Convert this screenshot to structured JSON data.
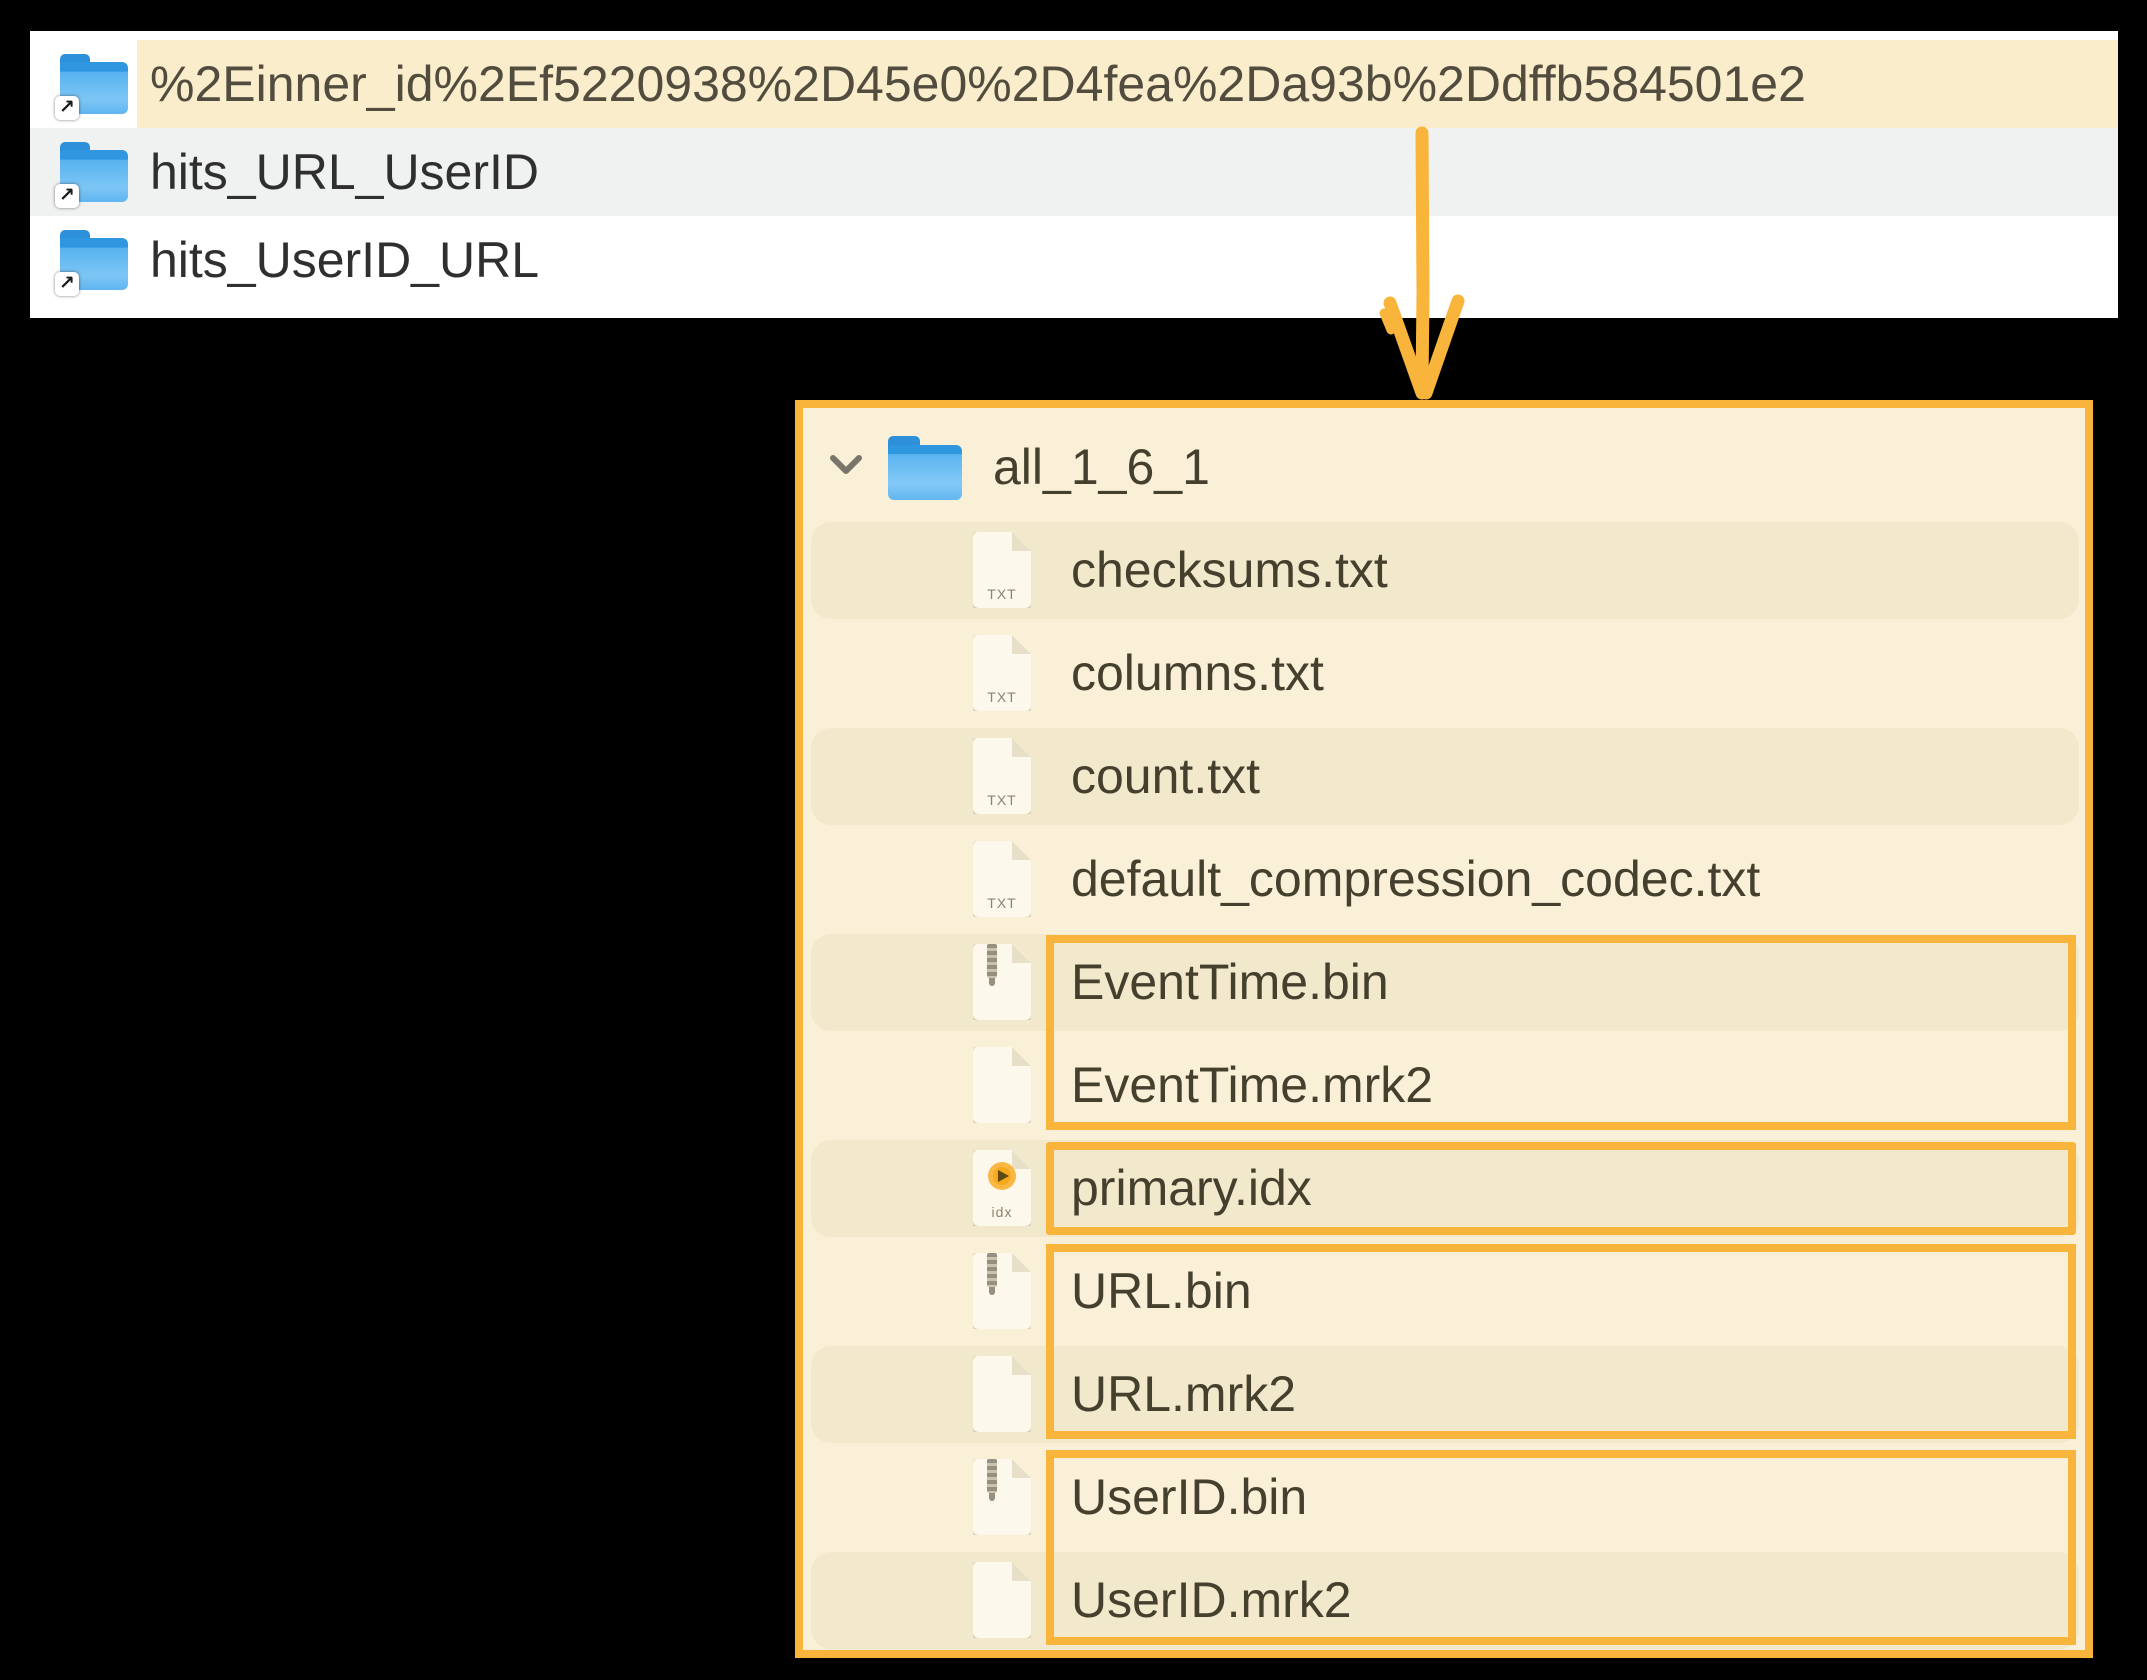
{
  "colors": {
    "accent_orange": "#F9B43C",
    "highlight_cream": "#FAEDCB",
    "panel_cream": "#FAF0D8",
    "band_cream": "#F2E8CB",
    "row_alt_gray": "#F0F2F2",
    "folder_blue": "#58B2EF",
    "finder_text": "#2F2F2F",
    "finder_selected_text": "#514C3E",
    "tree_text": "#453F2D"
  },
  "finder_list": {
    "rows": [
      {
        "label": "%2Einner_id%2Ef5220938%2D45e0%2D4fea%2Da93b%2Ddffb584501e2",
        "highlighted": true
      },
      {
        "label": "hits_URL_UserID",
        "highlighted": false
      },
      {
        "label": "hits_UserID_URL",
        "highlighted": false
      }
    ]
  },
  "icons": {
    "txt_badge": "TXT",
    "idx_badge": "idx",
    "alias_arrow": "↗"
  },
  "tree": {
    "root": {
      "label": "all_1_6_1",
      "expanded": true
    },
    "files": [
      {
        "label": "checksums.txt",
        "icon": "txt",
        "box": null
      },
      {
        "label": "columns.txt",
        "icon": "txt",
        "box": null
      },
      {
        "label": "count.txt",
        "icon": "txt",
        "box": null
      },
      {
        "label": "default_compression_codec.txt",
        "icon": "txt",
        "box": null
      },
      {
        "label": "EventTime.bin",
        "icon": "bin",
        "box": "top"
      },
      {
        "label": "EventTime.mrk2",
        "icon": "mrk",
        "box": "bottom"
      },
      {
        "label": "primary.idx",
        "icon": "idx",
        "box": "solo"
      },
      {
        "label": "URL.bin",
        "icon": "bin",
        "box": "top"
      },
      {
        "label": "URL.mrk2",
        "icon": "mrk",
        "box": "bottom"
      },
      {
        "label": "UserID.bin",
        "icon": "bin",
        "box": "top"
      },
      {
        "label": "UserID.mrk2",
        "icon": "mrk",
        "box": "bottom"
      }
    ]
  }
}
